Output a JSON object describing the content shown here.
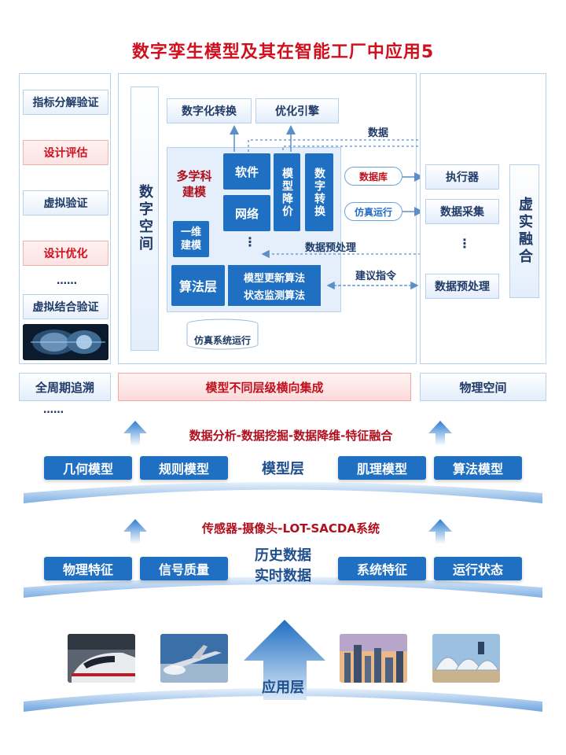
{
  "title": "数字孪生模型及其在智能工厂中应用5",
  "left_panel": {
    "items": [
      "指标分解验证",
      "设计评估",
      "虚拟验证",
      "设计优化",
      "……",
      "虚拟结合验证"
    ],
    "bottom_label": "全周期追溯",
    "below": "……"
  },
  "center_panel": {
    "digital_space": "数字空间",
    "top_boxes": [
      "数字化转换",
      "优化引擎"
    ],
    "multi_discipline": "多学科建模",
    "software": "软件",
    "network": "网络",
    "model_reduction": "模型降价",
    "digital_conversion": "数字转换",
    "one_dim": "一维建模",
    "dots": "⋮",
    "algo_layer": "算法层",
    "algo_lines": [
      "模型更新算法",
      "状态监测算法"
    ],
    "sim_run": "仿真系统运行",
    "bottom_label": "模型不同层级横向集成"
  },
  "connectors": {
    "data": "数据",
    "database": "数据库",
    "sim_run_pill": "仿真运行",
    "data_preprocess": "数据预处理",
    "suggest_cmd": "建议指令"
  },
  "right_panel": {
    "items": [
      "执行器",
      "数据采集",
      "数据预处理"
    ],
    "dots": "⋮",
    "virtual_real": "虚实融合",
    "bottom_label": "物理空间"
  },
  "model_layer": {
    "caption": "数据分析-数据挖掘-数据降维-特征融合",
    "buttons": [
      "几何模型",
      "规则模型",
      "肌理模型",
      "算法模型"
    ],
    "center": "模型层"
  },
  "data_layer": {
    "caption": "传感器-摄像头-LOT-SACDA系统",
    "buttons": [
      "物理特征",
      "信号质量",
      "系统特征",
      "运行状态"
    ],
    "center_lines": [
      "历史数据",
      "实时数据"
    ]
  },
  "app_layer": {
    "center": "应用层"
  },
  "colors": {
    "accent_red": "#d0101e",
    "brand_blue": "#1f6fc2",
    "border": "#b8d2ee"
  }
}
